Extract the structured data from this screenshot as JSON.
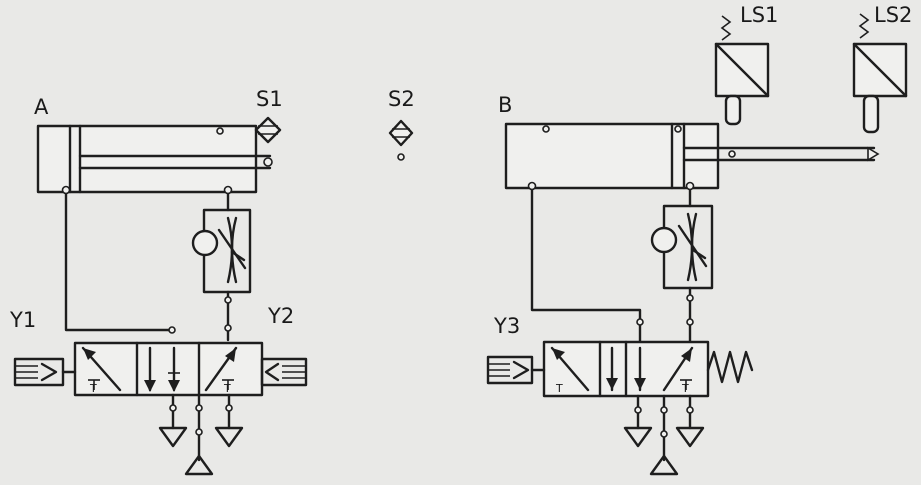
{
  "labels": {
    "cylinder_a": "A",
    "cylinder_b": "B",
    "sensor_s1": "S1",
    "sensor_s2": "S2",
    "solenoid_y1": "Y1",
    "solenoid_y2": "Y2",
    "solenoid_y3": "Y3",
    "limit_ls1": "LS1",
    "limit_ls2": "LS2"
  },
  "valve_port_labels": {
    "t": "T"
  },
  "icons": [
    "solenoid-coil-icon",
    "spring-icon",
    "exhaust-icon",
    "pressure-source-icon",
    "flow-control-valve-icon",
    "proximity-sensor-icon",
    "limit-switch-icon"
  ],
  "colors": {
    "line": "#1e1e1e",
    "paper": "#e9e9e7"
  }
}
